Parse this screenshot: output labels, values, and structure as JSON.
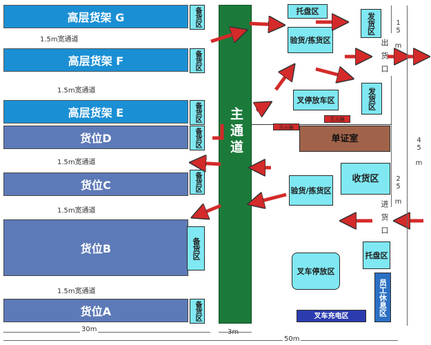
{
  "racks": {
    "G": "高层货架 G",
    "F": "高层货架 F",
    "E": "高层货架 E",
    "D": "货位D",
    "C": "货位C",
    "B": "货位B",
    "A": "货位A"
  },
  "aisle_label": "1.5m宽通道",
  "spare_label": "备货区",
  "main_aisle": "主通道",
  "zones": {
    "pallet_top": "托盘区",
    "inspect_top": "验货/拣货区",
    "dispatch_1": "发货区",
    "dispatch_2": "发货区",
    "forklift_park_top": "叉停放车区",
    "extinguisher_1": "灭火器",
    "extinguisher_2": "灭火器",
    "office": "单证室",
    "receiving": "收货区",
    "inspect_bottom": "验货/拣货区",
    "forklift_park_bottom": "叉车停放区",
    "pallet_bottom": "托盘区",
    "staff_rest": "员工休息区",
    "forklift_charge": "叉车充电区"
  },
  "doors": {
    "out": "出货口",
    "in": "进货口"
  },
  "dims": {
    "d30": "30m",
    "d3": "3m",
    "d50": "50m",
    "d15": "15 m",
    "d25": "25 m",
    "d45": "45 m"
  },
  "colors": {
    "rack": "#1b8fd4",
    "slot": "#5d7ab8",
    "zone": "#7fe8f2",
    "main_aisle": "#1b7a3a",
    "arrow": "#d42a2a",
    "office": "#a0634a",
    "charge": "#2b3cb0",
    "rest": "#2b6fc4"
  }
}
